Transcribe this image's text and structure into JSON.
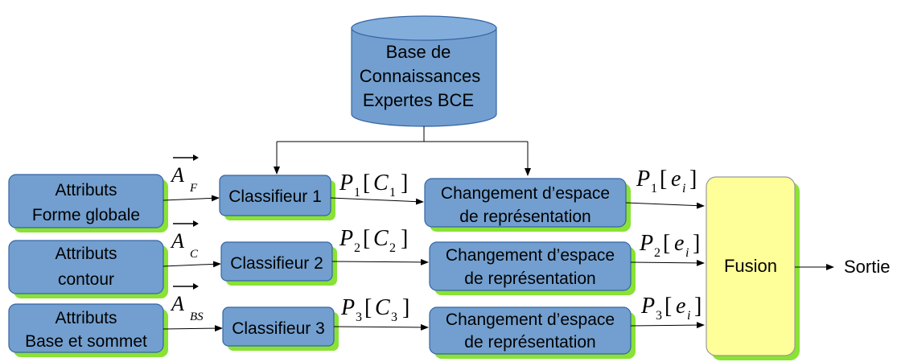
{
  "colors": {
    "box_fill": "#729fcf",
    "box_stroke": "#3465a4",
    "shadow": "#8ae234",
    "fusion_fill": "#ffff99",
    "fusion_stroke": "#999999",
    "arrow": "#000000"
  },
  "database": {
    "lines": [
      "Base de",
      "Connaissances",
      "Expertes BCE"
    ]
  },
  "inputs": [
    {
      "line1": "Attributs",
      "line2": "Forme globale",
      "vector": "A",
      "subscript": "F"
    },
    {
      "line1": "Attributs",
      "line2": "contour",
      "vector": "A",
      "subscript": "C"
    },
    {
      "line1": "Attributs",
      "line2": "Base et sommet",
      "vector": "A",
      "subscript": "BS"
    }
  ],
  "classifiers": [
    "Classifieur 1",
    "Classifieur 2",
    "Classifieur 3"
  ],
  "classifier_outputs": [
    {
      "p": "P",
      "p_sub": "1",
      "arg": "C",
      "arg_sub": "1"
    },
    {
      "p": "P",
      "p_sub": "2",
      "arg": "C",
      "arg_sub": "2"
    },
    {
      "p": "P",
      "p_sub": "3",
      "arg": "C",
      "arg_sub": "3"
    }
  ],
  "transforms": [
    {
      "line1": "Changement d’espace",
      "line2": "de représentation"
    },
    {
      "line1": "Changement d’espace",
      "line2": "de représentation"
    },
    {
      "line1": "Changement d’espace",
      "line2": "de représentation"
    }
  ],
  "transform_outputs": [
    {
      "p": "P",
      "p_sub": "1",
      "arg": "e",
      "arg_sub": "i"
    },
    {
      "p": "P",
      "p_sub": "2",
      "arg": "e",
      "arg_sub": "i"
    },
    {
      "p": "P",
      "p_sub": "3",
      "arg": "e",
      "arg_sub": "i"
    }
  ],
  "fusion": {
    "label": "Fusion"
  },
  "output": {
    "label": "Sortie"
  }
}
